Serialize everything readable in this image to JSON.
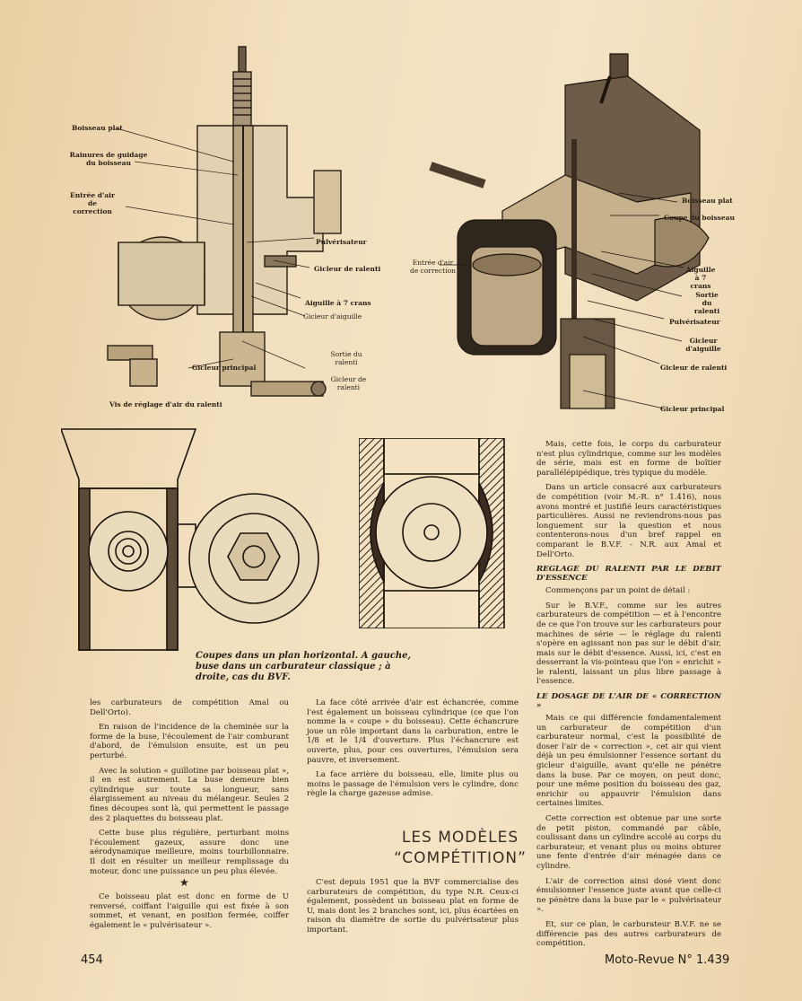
{
  "figure_left": {
    "labels": [
      "Boisseau plat",
      "Rainures de guidage du boisseau",
      "Entrée d'air de correction",
      "Pulvérisateur",
      "Gicleur de ralenti",
      "Aiguille à 7 crans",
      "Gicleur d'aiguille",
      "Sortie du ralenti",
      "Gicleur principal",
      "Gicleur de ralenti",
      "Vis de réglage d'air du ralenti"
    ]
  },
  "figure_right": {
    "labels": [
      "Boisseau plat",
      "Coupe du boisseau",
      "Entrée d'air de correction",
      "Aiguille à 7 crans",
      "Sortie du ralenti",
      "Pulvérisateur",
      "Gicleur d'aiguille",
      "Gicleur de ralenti",
      "Gicleur principal"
    ]
  },
  "caption": "Coupes dans un plan horizontal. A gauche, buse dans un carburateur classique ; à droite, cas du BVF.",
  "col_right_top": [
    "Mais, cette fois, le corps du carburateur n'est plus cylindrique, comme sur les modèles de série, mais est en forme de boîtier parallélépipédique, très typique du modèle.",
    "Dans un article consacré aux carburateurs de compétition (voir M.-R. n° 1.416), nous avons montré et justifié leurs caractéristiques particulières. Aussi ne reviendrons-nous pas longuement sur la question et nous contenterons-nous d'un bref rappel en comparant le B.V.F. - N.R. aux Amal et Dell'Orto."
  ],
  "heading_ralenti": "REGLAGE DU RALENTI PAR LE DEBIT D'ESSENCE",
  "col_right_ralenti": [
    "Commençons par un point de détail :",
    "Sur le B.V.F., comme sur les autres carburateurs de compétition — et à l'encontre de ce que l'on trouve sur les carburateurs pour machines de série — le réglage du ralenti s'opère en agissant non pas sur le débit d'air, mais sur le débit d'essence. Aussi, ici, c'est en desserrant la vis-pointeau que l'on « enrichit » le ralenti, laissant un plus libre passage à l'essence."
  ],
  "heading_dosage": "LE DOSAGE DE L'AIR DE « CORRECTION »",
  "col_right_dosage": [
    "Mais ce qui différencie fondamentalement un carburateur de compétition d'un carburateur normal, c'est la possibilité de doser l'air de « correction », cet air qui vient déjà un peu émulsionner l'essence sortant du gicleur d'aiguille, avant qu'elle ne pénètre dans la buse. Par ce moyen, on peut donc, pour une même position du boisseau des gaz, enrichir ou appauvrir l'émulsion dans certaines limites.",
    "Cette correction est obtenue par une sorte de petit piston, commandé par câble, coulissant dans un cylindre accolé au corps du carburateur, et venant plus ou moins obturer une fente d'entrée d'air ménagée dans ce cylindre.",
    "L'air de correction ainsi dosé vient donc émulsionner l'essence juste avant que celle-ci ne pénètre dans la buse par le « pulvérisateur ».",
    "Et, sur ce plan, le carburateur B.V.F. ne se différencie pas des autres carburateurs de compétition."
  ],
  "col_left": [
    "les carburateurs de compétition Amal ou Dell'Orto).",
    "En raison de l'incidence de la cheminée sur la forme de la buse, l'écoulement de l'air comburant d'abord, de l'émulsion ensuite, est un peu perturbé.",
    "Avec la solution « guillotine par boisseau plat », il en est autrement. La buse demeure bien cylindrique sur toute sa longueur, sans élargissement au niveau du mélangeur. Seules 2 fines découpes sont là, qui permettent le passage des 2 plaquettes du boisseau plat.",
    "Cette buse plus régulière, perturbant moins l'écoulement gazeux, assure donc une aérodynamique meilleure, moins tourbillonnaire. Il doit en résulter un meilleur remplissage du moteur, donc une puissance un peu plus élevée."
  ],
  "star": "★",
  "col_left_after_star": [
    "Ce boisseau plat est donc en forme de U renversé, coiffant l'aiguille qui est fixée à son sommet, et venant, en position fermée, coiffer également le « pulvérisateur »."
  ],
  "col_mid": [
    "La face côté arrivée d'air est échancrée, comme l'est également un boisseau cylindrique (ce que l'on nomme la « coupe » du boisseau). Cette échancrure joue un rôle important dans la carburation, entre le 1/8 et le 1/4 d'ouverture. Plus l'échancrure est ouverte, plus, pour ces ouvertures, l'émulsion sera pauvre, et inversement.",
    "La face arrière du boisseau, elle, limite plus ou moins le passage de l'émulsion vers le cylindre, donc règle la charge gazeuse admise."
  ],
  "section_title_1": "LES MODÈLES",
  "section_title_2": "“COMPÉTITION”",
  "col_mid_after_title": [
    "C'est depuis 1951 que la BVF commercialise des carburateurs de compétition, du type N.R. Ceux-ci également, possèdent un boisseau plat en forme de U, mais dont les 2 branches sont, ici, plus écartées en raison du diamètre de sortie du pulvérisateur plus important."
  ],
  "footer": {
    "page_number": "454",
    "magazine": "Moto-Revue N° 1.439"
  }
}
